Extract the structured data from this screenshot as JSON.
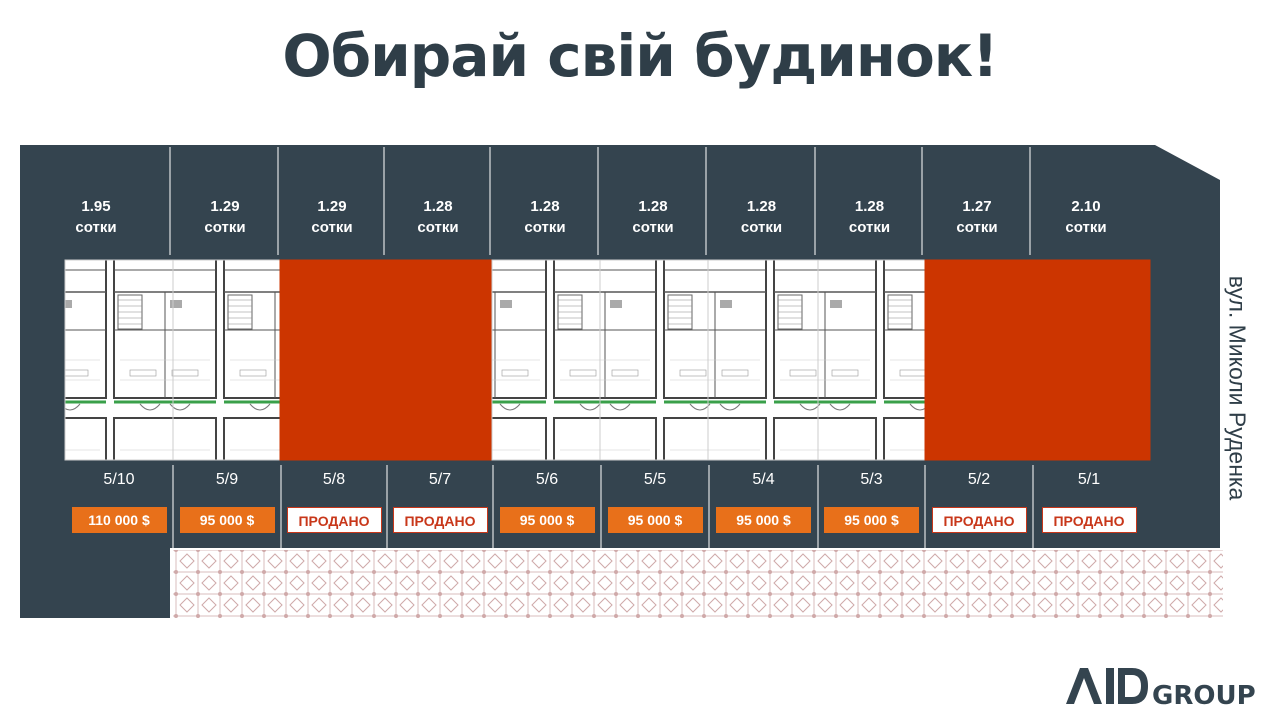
{
  "title": "Обирай свій будинок!",
  "street": "вул. Миколи Руденка",
  "logo": {
    "mark": "AiD",
    "word": "GROUP"
  },
  "colors": {
    "dark": "#34444f",
    "sold": "#cc3500",
    "available": "#e8701a",
    "paving": "#c9a6a6"
  },
  "plots": [
    {
      "area": "1.95",
      "unit": "сотки",
      "lot": "5/10",
      "price": "110 000 $",
      "status": "available"
    },
    {
      "area": "1.29",
      "unit": "сотки",
      "lot": "5/9",
      "price": "95 000 $",
      "status": "available"
    },
    {
      "area": "1.29",
      "unit": "сотки",
      "lot": "5/8",
      "price": "ПРОДАНО",
      "status": "sold"
    },
    {
      "area": "1.28",
      "unit": "сотки",
      "lot": "5/7",
      "price": "ПРОДАНО",
      "status": "sold"
    },
    {
      "area": "1.28",
      "unit": "сотки",
      "lot": "5/6",
      "price": "95 000 $",
      "status": "available"
    },
    {
      "area": "1.28",
      "unit": "сотки",
      "lot": "5/5",
      "price": "95 000 $",
      "status": "available"
    },
    {
      "area": "1.28",
      "unit": "сотки",
      "lot": "5/4",
      "price": "95 000 $",
      "status": "available"
    },
    {
      "area": "1.28",
      "unit": "сотки",
      "lot": "5/3",
      "price": "95 000 $",
      "status": "available"
    },
    {
      "area": "1.27",
      "unit": "сотки",
      "lot": "5/2",
      "price": "ПРОДАНО",
      "status": "sold"
    },
    {
      "area": "2.10",
      "unit": "сотки",
      "lot": "5/1",
      "price": "ПРОДАНО",
      "status": "sold"
    }
  ]
}
